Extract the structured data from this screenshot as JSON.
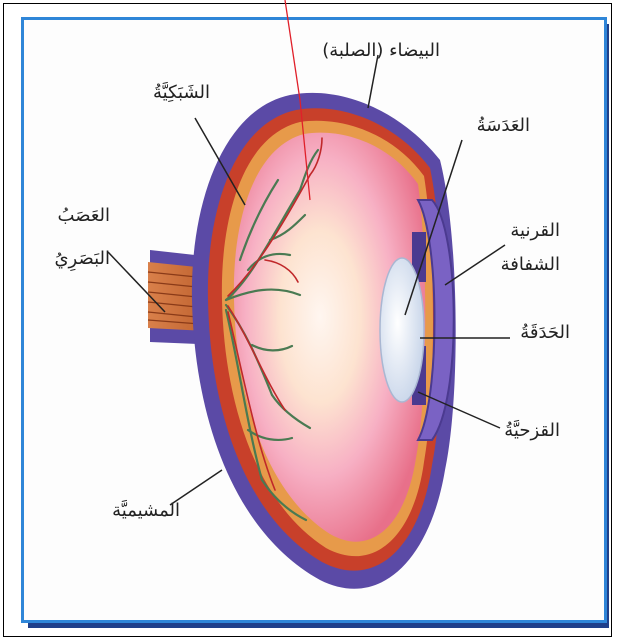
{
  "labels": {
    "sclera": "البيضاء (الصلبة)",
    "retina": "الشَبَكِيَّةُ",
    "lens": "العَدَسَةُ",
    "cornea_line1": "القرنية",
    "cornea_line2": "الشفافة",
    "pupil": "الحَدَقَةُ",
    "iris": "القزحيَّةُ",
    "optic_nerve_line1": "العَصَبُ",
    "optic_nerve_line2": "البَصَرِيُ",
    "choroid": "المشيميَّة"
  },
  "colors": {
    "frame_border": "#2f86d8",
    "sclera": "#5b4aa6",
    "choroid": "#c8402a",
    "interior": "#f4a0b8",
    "lens": "#e6eef8",
    "nerve": "#c86a30",
    "vessels": "#4a7a52",
    "pointer_red": "#e0202a"
  }
}
